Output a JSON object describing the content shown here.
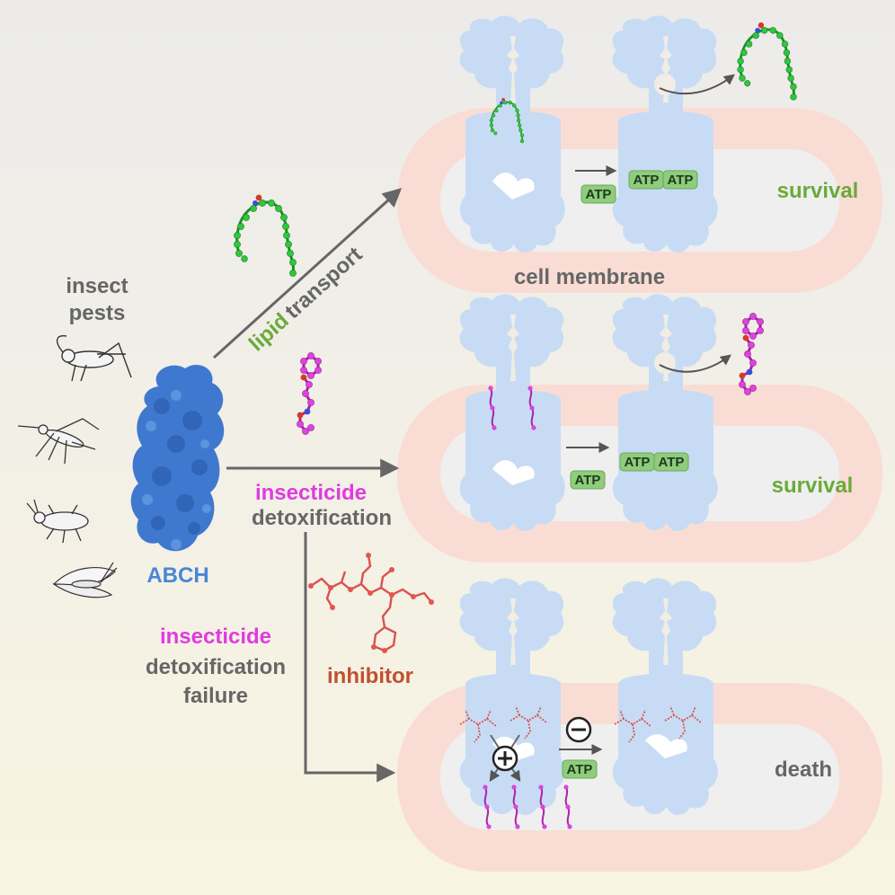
{
  "labels": {
    "insect_pests_line1": "insect",
    "insect_pests_line2": "pests",
    "abch": "ABCH",
    "lipid": "lipid",
    "transport": "transport",
    "insecticide_1": "insecticide",
    "detoxification_1": "detoxification",
    "insecticide_2": "insecticide",
    "detoxification_2": "detoxification",
    "failure": "failure",
    "inhibitor": "inhibitor",
    "cell_membrane": "cell membrane",
    "survival_1": "survival",
    "survival_2": "survival",
    "death": "death"
  },
  "atp": {
    "top_single": "ATP",
    "top_pair_a": "ATP",
    "top_pair_b": "ATP",
    "mid_single": "ATP",
    "mid_pair_a": "ATP",
    "mid_pair_b": "ATP",
    "bottom_single": "ATP"
  },
  "colors": {
    "protein": "#c7dcf4",
    "membrane": "#f9ddd5",
    "cell_interior": "#efefef",
    "lipid": "#2fc73b",
    "insecticide": "#cc33cc",
    "inhibitor": "#d9534f",
    "atp_box": "#8fcc7c",
    "arrow": "#666666",
    "abch": "#3f79cf"
  },
  "icons": [
    "grasshopper-icon",
    "mosquito-icon",
    "beetle-icon",
    "moth-icon",
    "abch-protein-icon",
    "inhibition-symbol-icon"
  ]
}
